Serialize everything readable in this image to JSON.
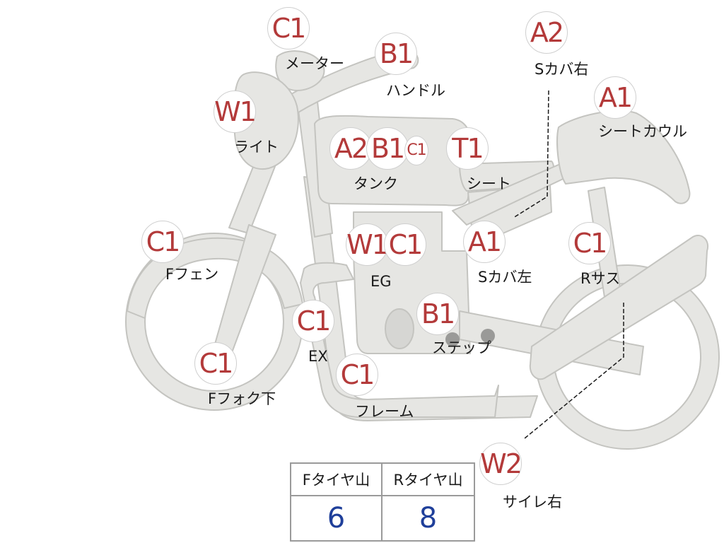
{
  "colors": {
    "part_fill": "#e6e6e3",
    "part_stroke": "#c4c4c0",
    "badge_text": "#b33a3a",
    "value_text": "#1f3f9a"
  },
  "parts": [
    {
      "id": "meter",
      "grade": "C1",
      "label": "メーター"
    },
    {
      "id": "handle",
      "grade": "B1",
      "label": "ハンドル"
    },
    {
      "id": "side-cover-right",
      "grade": "A2",
      "label": "Sカバ右"
    },
    {
      "id": "seat-cowl",
      "grade": "A1",
      "label": "シートカウル"
    },
    {
      "id": "light",
      "grade": "W1",
      "label": "ライト"
    },
    {
      "id": "tank",
      "grades": [
        "A2",
        "B1",
        "C1"
      ],
      "label": "タンク"
    },
    {
      "id": "seat",
      "grade": "T1",
      "label": "シート"
    },
    {
      "id": "front-fender",
      "grade": "C1",
      "label": "Fフェン"
    },
    {
      "id": "engine",
      "grades": [
        "W1",
        "C1"
      ],
      "label": "EG"
    },
    {
      "id": "side-cover-left",
      "grade": "A1",
      "label": "Sカバ左"
    },
    {
      "id": "rear-suspension",
      "grade": "C1",
      "label": "Rサス"
    },
    {
      "id": "exhaust",
      "grade": "C1",
      "label": "EX"
    },
    {
      "id": "step",
      "grade": "B1",
      "label": "ステップ"
    },
    {
      "id": "front-fork-lower",
      "grade": "C1",
      "label": "Fフォク下"
    },
    {
      "id": "frame",
      "grade": "C1",
      "label": "フレーム"
    },
    {
      "id": "silencer-right",
      "grade": "W2",
      "label": "サイレ右"
    }
  ],
  "tread_table": {
    "front_header": "Fタイヤ山",
    "rear_header": "Rタイヤ山",
    "front_value": "6",
    "rear_value": "8"
  }
}
